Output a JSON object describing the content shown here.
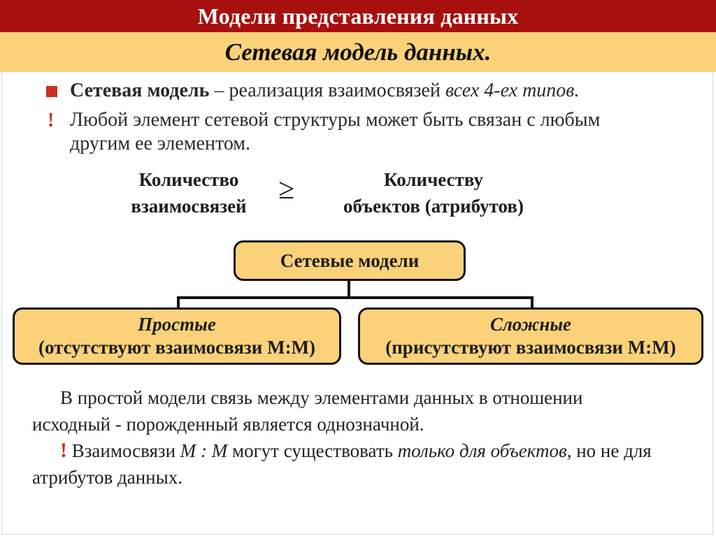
{
  "header": {
    "title": "Модели представления данных",
    "subtitle": "Сетевая модель данных."
  },
  "bullets": {
    "b1_bold": "Сетевая модель",
    "b1_text": " – реализация взаимосвязей ",
    "b1_italic": "всех 4-ех типов.",
    "b2_line1": "Любой элемент сетевой структуры может быть связан с любым",
    "b2_line2": "другим ее элементом."
  },
  "comparison": {
    "left_line1": "Количество",
    "left_line2": "взаимосвязей",
    "operator": "≥",
    "right_line1": "Количеству",
    "right_line2": "объектов (атрибутов)"
  },
  "tree": {
    "root": "Сетевые модели",
    "left_title": "Простые",
    "left_sub": "(отсутствуют взаимосвязи М:М)",
    "right_title": "Сложные",
    "right_sub": "(присутствуют взаимосвязи М:М)"
  },
  "notes": {
    "p1_line1": "В простой модели связь между элементами данных в отношении",
    "p1_line2": "исходный - порожденный является однозначной.",
    "p2_excl": "!",
    "p2_text1": " Взаимосвязи ",
    "p2_italic1": "М : М",
    "p2_text2": " могут существовать ",
    "p2_italic2": "только для объектов",
    "p2_text3": ", но не для",
    "p2_line2": "атрибутов данных."
  },
  "colors": {
    "title_bar": "#a80f0f",
    "subtitle_bar": "#fbd27a",
    "box_fill": "#fbd27a",
    "marker": "#c8321e"
  }
}
